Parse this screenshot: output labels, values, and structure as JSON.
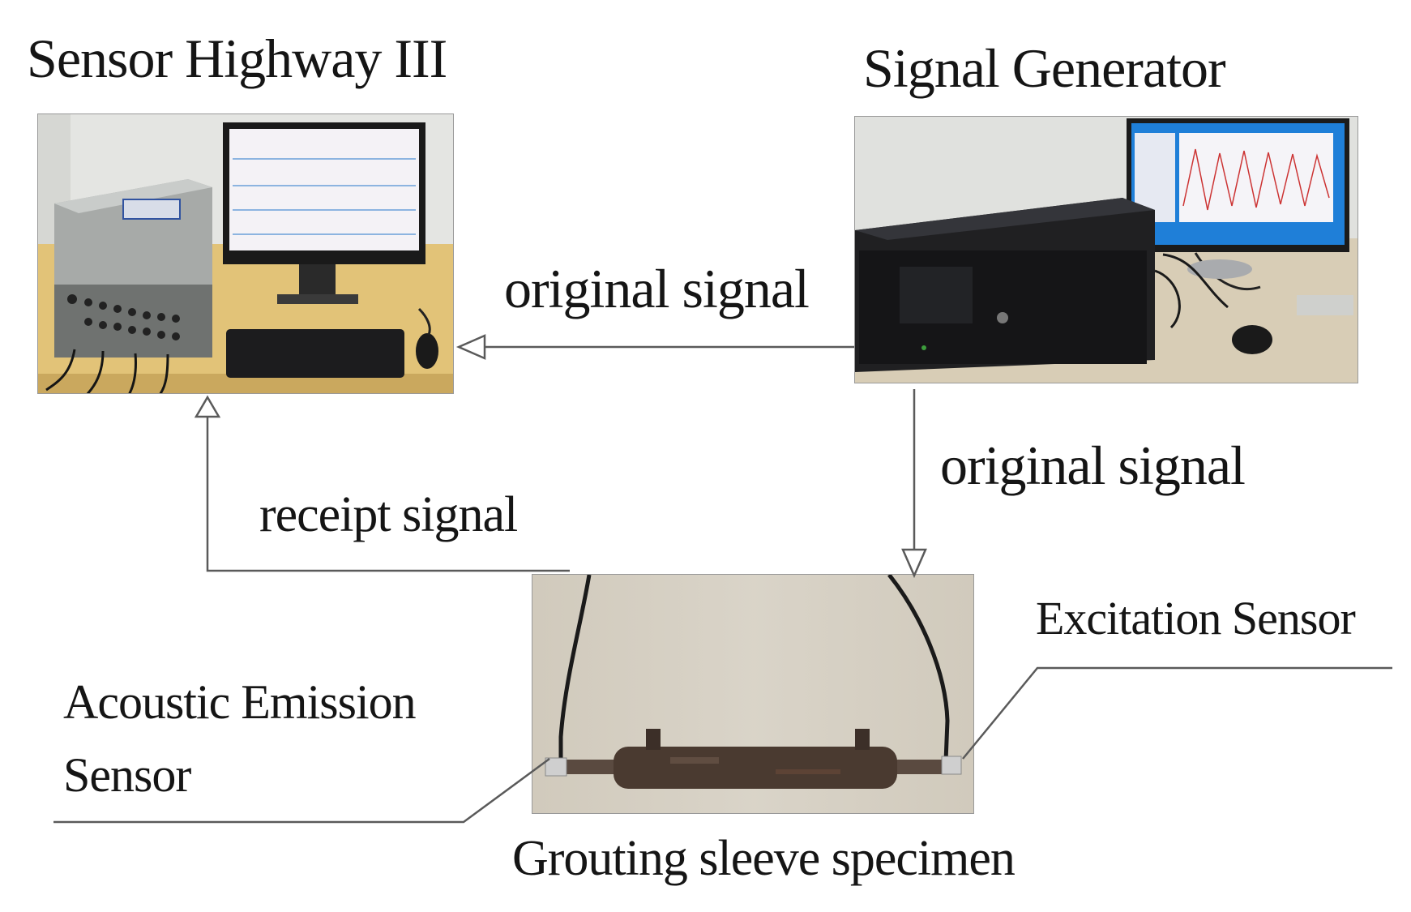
{
  "labels": {
    "sensor_highway": "Sensor Highway III",
    "signal_generator": "Signal Generator",
    "original_signal_top": "original signal",
    "original_signal_right": "original signal",
    "receipt_signal": "receipt signal",
    "excitation_sensor": "Excitation Sensor",
    "acoustic_line1": "Acoustic Emission",
    "acoustic_line2": "Sensor",
    "specimen": "Grouting sleeve specimen"
  },
  "colors": {
    "line": "#5a5a5a",
    "arrow_fill": "#ffffff",
    "wall": "#e9e9e6",
    "desk": "#e3c47a",
    "specimen_bg": "#d8d2c6",
    "sleeve": "#4a3a30",
    "screen_blue": "#1d7fd6"
  }
}
